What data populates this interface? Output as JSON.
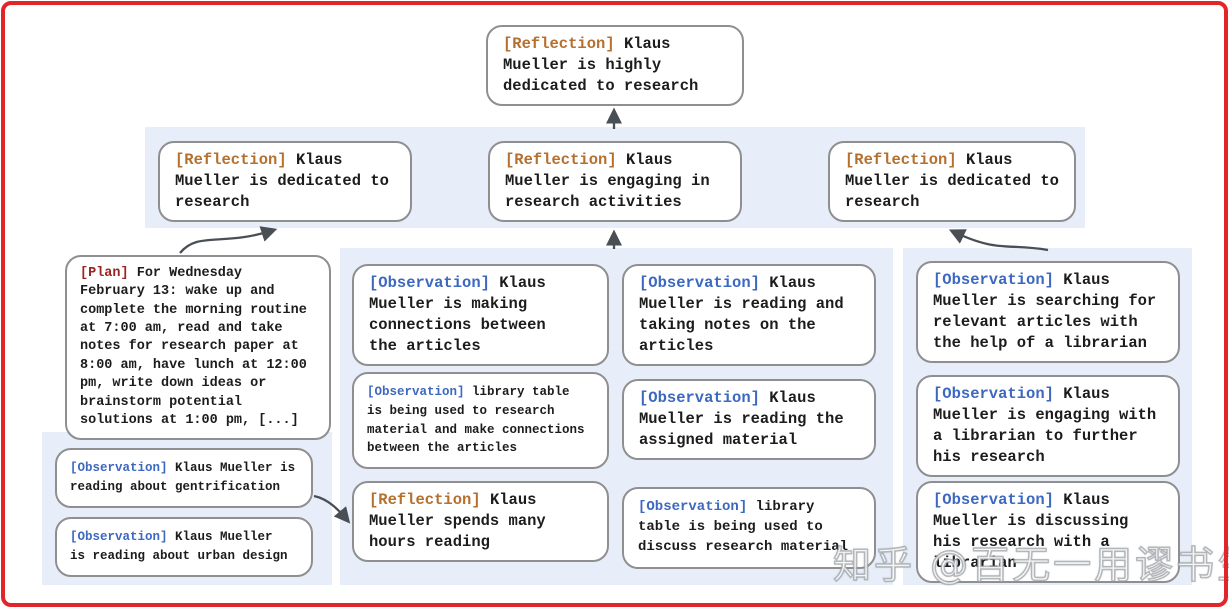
{
  "colors": {
    "reflection_tag": "#b5702e",
    "observation_tag": "#3c68c0",
    "plan_tag": "#9b2420",
    "band_background": "#e7eef9",
    "outer_border": "#e2252b",
    "card_border": "#8f8f8f",
    "arrow": "#4a4f55"
  },
  "watermark": "知乎 @百无一用谬书生",
  "cards": {
    "root": {
      "tag": "[Reflection]",
      "text": "Klaus\nMueller is highly\ndedicated to research"
    },
    "row": [
      {
        "tag": "[Reflection]",
        "text": "Klaus\nMueller is dedicated to\nresearch"
      },
      {
        "tag": "[Reflection]",
        "text": "Klaus\nMueller is engaging in\nresearch activities"
      },
      {
        "tag": "[Reflection]",
        "text": "Klaus\nMueller is dedicated to\nresearch"
      }
    ],
    "plan": {
      "tag": "[Plan]",
      "text": "For Wednesday\nFebruary 13: wake up and\ncomplete the morning routine\nat 7:00 am, read and take\nnotes for research paper at\n8:00 am, have lunch at 12:00\npm, write down ideas or\nbrainstorm potential\nsolutions at 1:00 pm, [...]"
    },
    "left": [
      {
        "tag": "[Observation]",
        "text": "Klaus Mueller is\nreading about gentrification"
      },
      {
        "tag": "[Observation]",
        "text": "Klaus Mueller\nis reading about urban design"
      }
    ],
    "mid_a": [
      {
        "tag": "[Observation]",
        "text": "Klaus\nMueller is making\nconnections between\nthe articles"
      },
      {
        "tag": "[Observation]",
        "text": "library table\nis being used to research\nmaterial and make connections\nbetween the articles"
      },
      {
        "tag": "[Reflection]",
        "text": "Klaus\nMueller spends many\nhours reading"
      }
    ],
    "mid_b": [
      {
        "tag": "[Observation]",
        "text": "Klaus\nMueller is reading and\ntaking notes on the\narticles"
      },
      {
        "tag": "[Observation]",
        "text": "Klaus\nMueller is reading the\nassigned material"
      },
      {
        "tag": "[Observation]",
        "text": "library\ntable is being used to\ndiscuss research material"
      }
    ],
    "right": [
      {
        "tag": "[Observation]",
        "text": "Klaus\nMueller is searching for\nrelevant articles with\nthe help of a librarian"
      },
      {
        "tag": "[Observation]",
        "text": "Klaus\nMueller is engaging with\na librarian to further\nhis research"
      },
      {
        "tag": "[Observation]",
        "text": "Klaus\nMueller is discussing\nhis research with a\nlibrarian"
      }
    ]
  }
}
